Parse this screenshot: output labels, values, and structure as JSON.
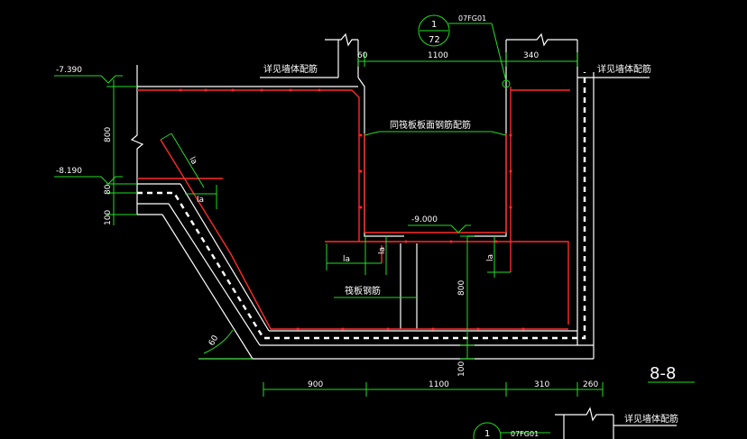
{
  "section_title": "8-8",
  "detail_callout": {
    "number": "1",
    "sheet": "72",
    "reference": "07FG01"
  },
  "detail_callout_bottom": {
    "number": "1",
    "reference": "07FG01"
  },
  "notes": {
    "wall_rebar_left": "详见墙体配筋",
    "wall_rebar_right": "详见墙体配筋",
    "wall_rebar_bottom": "详见墙体配筋",
    "same_as_slab": "同筏板板面钢筋配筋",
    "raft_rebar": "筏板钢筋"
  },
  "elevations": {
    "top": "-7.390",
    "mid": "-8.190",
    "pit": "-9.000"
  },
  "dimensions": {
    "left_800": "800",
    "left_80": "80",
    "left_100": "100",
    "top_60": "60",
    "top_1100": "1100",
    "top_340": "340",
    "pit_800": "800",
    "pit_100": "100",
    "bottom_900": "900",
    "bottom_1100": "1100",
    "bottom_310": "310",
    "bottom_260": "260",
    "angle": "60"
  },
  "anchorage_label": "la"
}
